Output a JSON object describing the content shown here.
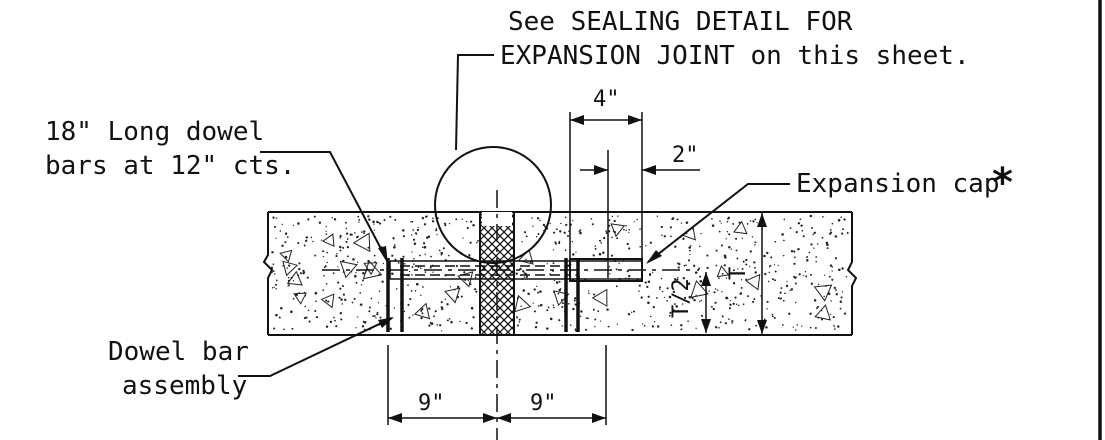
{
  "notes": {
    "sealing_line1": "See SEALING DETAIL FOR",
    "sealing_line2": "EXPANSION JOINT on this sheet.",
    "dowel_line1": "18\" Long dowel",
    "dowel_line2": "bars at 12\" cts.",
    "expansion_cap": "Expansion cap",
    "asterisk": "*",
    "dowelbar_line1": "Dowel bar",
    "dowelbar_line2": "assembly"
  },
  "dimensions": {
    "four_in": "4\"",
    "two_in": "2\"",
    "t_half": "T/2",
    "t": "T",
    "nine_left": "9\"",
    "nine_right": "9\""
  },
  "colors": {
    "line": "#111111",
    "background": "#ffffff"
  }
}
